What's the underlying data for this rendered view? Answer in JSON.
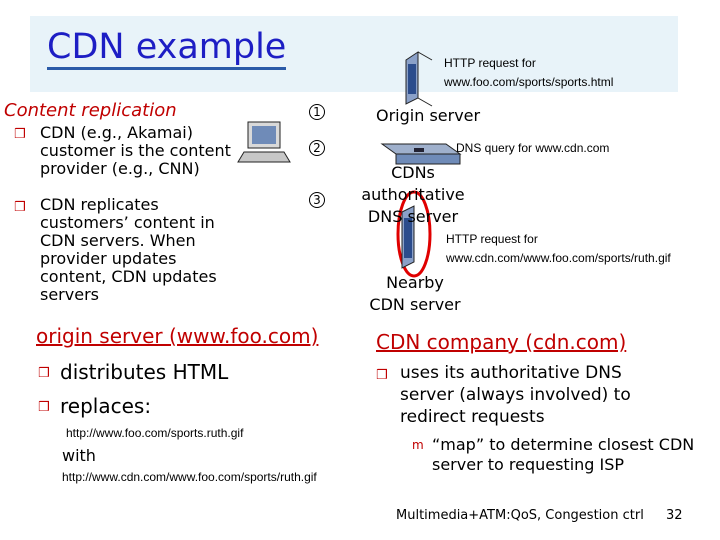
{
  "slide": {
    "title": "CDN example",
    "left_heading": "Content replication",
    "left_bullets": [
      "CDN (e.g., Akamai) customer is the content provider (e.g., CNN)",
      "CDN replicates customers’ content in CDN servers. When provider updates content, CDN updates servers"
    ],
    "step_numbers": [
      "1",
      "2",
      "3"
    ],
    "diagram": {
      "http_request_1": [
        "HTTP request for",
        "www.foo.com/sports/sports.html"
      ],
      "origin_server": "Origin server",
      "dns_query": "DNS query for www.cdn.com",
      "cdn_dns": [
        "CDNs authoritative",
        "DNS server"
      ],
      "http_request_2": [
        "HTTP request for",
        "www.cdn.com/www.foo.com/sports/ruth.gif"
      ],
      "nearby_cdn": [
        "Nearby",
        "CDN server"
      ]
    },
    "origin_section": {
      "heading": "origin server (www.foo.com)",
      "bullets": [
        "distributes HTML",
        "replaces:"
      ],
      "url_from": "http://www.foo.com/sports.ruth.gif",
      "with": "with",
      "url_to": "http://www.cdn.com/www.foo.com/sports/ruth.gif"
    },
    "cdn_section": {
      "heading": "CDN company (cdn.com)",
      "bullet": "uses its authoritative DNS server (always involved) to redirect requests",
      "sub_bullet": "“map” to determine closest CDN server to requesting ISP"
    },
    "footer": {
      "course": "Multimedia+ATM:QoS, Congestion ctrl",
      "page": "32"
    }
  }
}
